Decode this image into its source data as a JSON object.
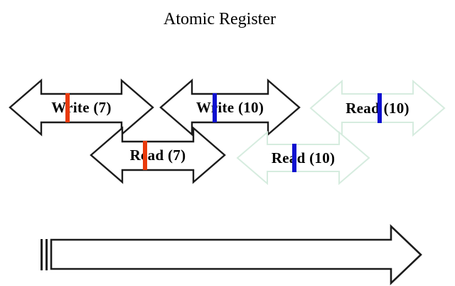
{
  "title": "Atomic Register",
  "text_color": "#000000",
  "operations": [
    {
      "label": "Write (7)",
      "outline": "#1c1c1c",
      "tick": "#e93a0c"
    },
    {
      "label": "Write (10)",
      "outline": "#1c1c1c",
      "tick": "#0f10cf"
    },
    {
      "label": "Read (10)",
      "outline": "#d6ecdf",
      "tick": "#0f10cf"
    },
    {
      "label": "Read (7)",
      "outline": "#1c1c1c",
      "tick": "#e93a0c"
    },
    {
      "label": "Read (10)",
      "outline": "#d6ecdf",
      "tick": "#0f10cf"
    }
  ],
  "timeline": {
    "outline": "#1c1c1c"
  }
}
